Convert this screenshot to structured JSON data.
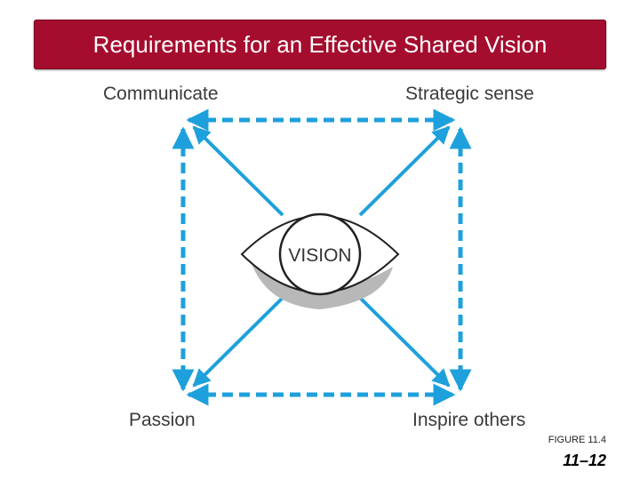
{
  "title": "Requirements for an Effective Shared Vision",
  "diagram": {
    "center_label": "VISION",
    "corners": {
      "top_left": "Communicate",
      "top_right": "Strategic sense",
      "bottom_left": "Passion",
      "bottom_right": "Inspire others"
    },
    "arrow_color": "#1ea0dc"
  },
  "figure_caption": "FIGURE 11.4",
  "page_number": "11–12"
}
